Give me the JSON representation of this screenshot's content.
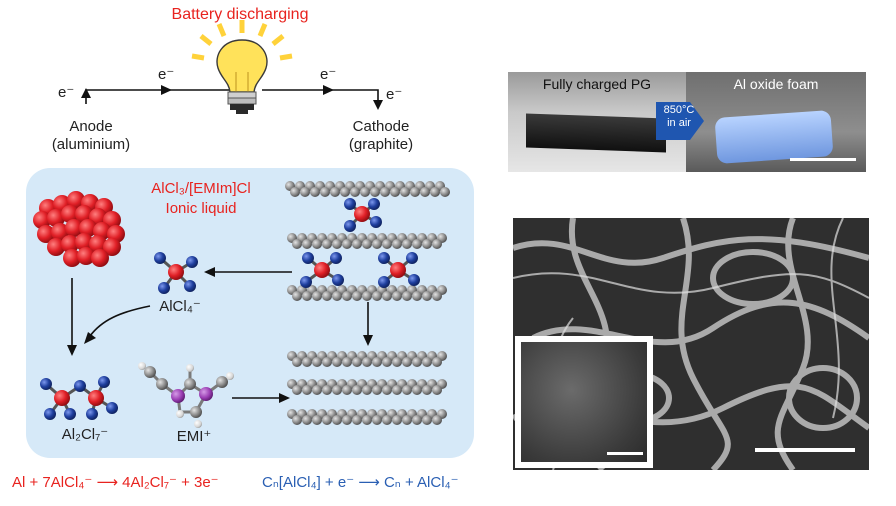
{
  "circuit": {
    "title": "Battery discharging",
    "electron": "e⁻",
    "anode_line1": "Anode",
    "anode_line2": "(aluminium)",
    "cathode_line1": "Cathode",
    "cathode_line2": "(graphite)"
  },
  "cell": {
    "electrolyte_line1": "AlCl₃/[EMIm]Cl",
    "electrolyte_line2": "Ionic liquid",
    "alcl4": "AlCl₄⁻",
    "al2cl7": "Al₂Cl₇⁻",
    "emi": "EMI⁺"
  },
  "equations": {
    "anode": "Al + 7AlCl₄⁻ ⟶ 4Al₂Cl₇⁻ + 3e⁻",
    "cathode": "Cₙ[AlCl₄] + e⁻ ⟶ Cₙ + AlCl₄⁻"
  },
  "photos": {
    "left_caption": "Fully charged PG",
    "right_caption": "Al oxide foam",
    "process_line1": "850°C",
    "process_line2": "in air"
  },
  "colors": {
    "electrolyte_bg": "#d6e9f8",
    "red_text": "#e8231f",
    "blue_text": "#2a5fb3",
    "al_atom": "#e01f26",
    "cl_atom": "#1f3f9e",
    "carbon": "#8a8a8a"
  }
}
